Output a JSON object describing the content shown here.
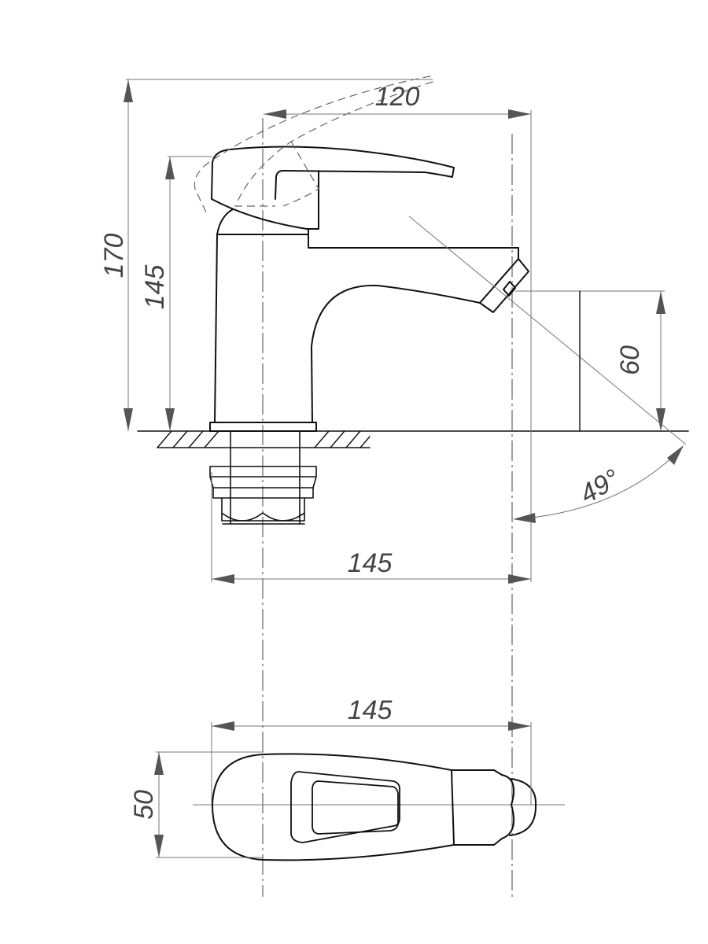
{
  "drawing": {
    "side_view": {
      "total_height_label": "170",
      "body_height_label": "145",
      "lever_reach_label": "120",
      "spout_height_label": "60",
      "spout_angle_label": "49°",
      "spout_reach_label": "145"
    },
    "top_view": {
      "length_label": "145",
      "width_label": "50"
    }
  }
}
